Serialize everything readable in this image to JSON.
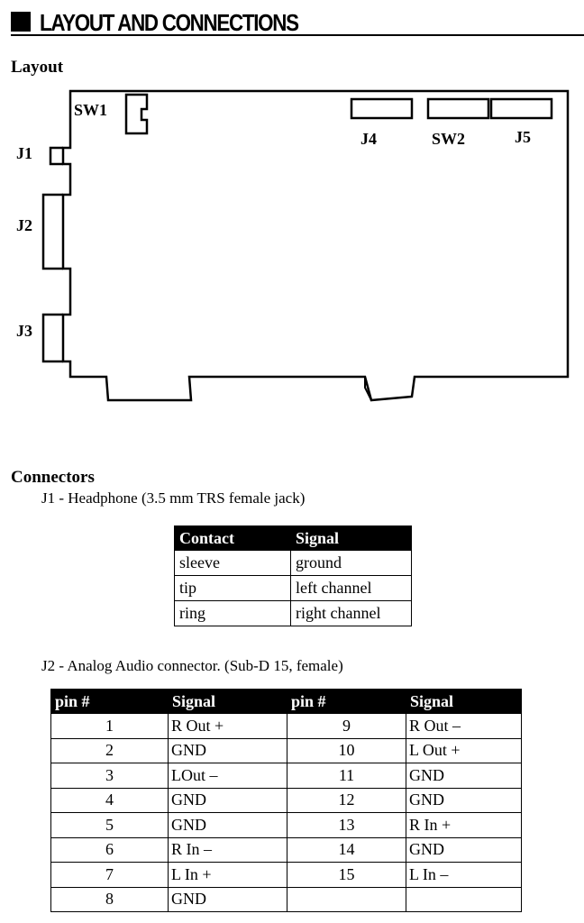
{
  "header": {
    "title": "LAYOUT AND CONNECTIONS"
  },
  "layout_section": {
    "heading": "Layout",
    "labels": {
      "sw1": "SW1",
      "j1": "J1",
      "j2": "J2",
      "j3": "J3",
      "j4": "J4",
      "sw2": "SW2",
      "j5": "J5"
    }
  },
  "connectors_section": {
    "heading": "Connectors"
  },
  "j1": {
    "caption": "J1 - Headphone (3.5 mm TRS female jack)",
    "headers": [
      "Contact",
      "Signal"
    ],
    "rows": [
      [
        "sleeve",
        "ground"
      ],
      [
        "tip",
        "left channel"
      ],
      [
        "ring",
        "right channel"
      ]
    ]
  },
  "j2": {
    "caption": "J2 - Analog Audio connector. (Sub-D 15, female)",
    "headers": [
      "pin #",
      "Signal",
      "pin #",
      "Signal"
    ],
    "rows": [
      [
        "1",
        "R Out +",
        "9",
        "R Out –"
      ],
      [
        "2",
        "GND",
        "10",
        "L Out +"
      ],
      [
        "3",
        "LOut –",
        "11",
        "GND"
      ],
      [
        "4",
        "GND",
        "12",
        "GND"
      ],
      [
        "5",
        "GND",
        "13",
        "R In +"
      ],
      [
        "6",
        "R In –",
        "14",
        "GND"
      ],
      [
        "7",
        "L In +",
        "15",
        "L In –"
      ],
      [
        "8",
        "GND",
        "",
        ""
      ]
    ]
  }
}
